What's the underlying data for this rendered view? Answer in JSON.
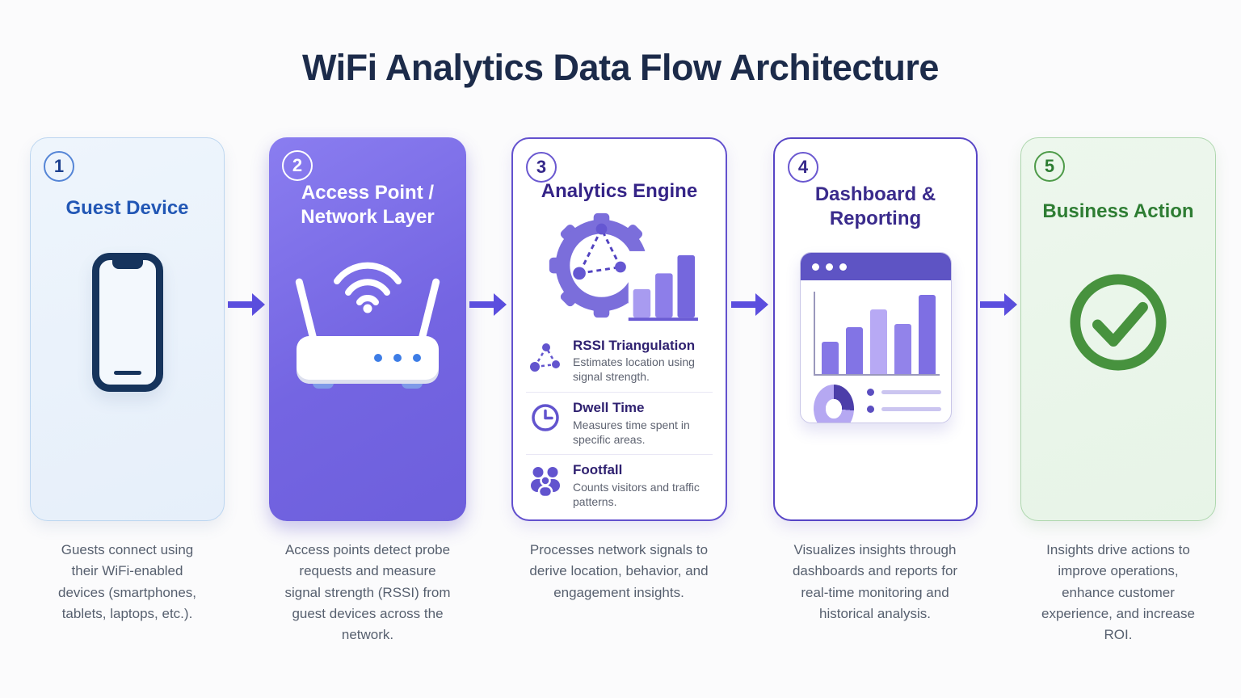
{
  "title": "WiFi Analytics Data Flow Architecture",
  "colors": {
    "accent_purple": "#6a5ae0",
    "accent_blue": "#2257b5",
    "accent_green": "#2e7d33",
    "title_navy": "#1c2b4a"
  },
  "steps": [
    {
      "number": "1",
      "title": "Guest Device",
      "icon": "smartphone-icon",
      "description": "Guests connect using their WiFi-enabled devices (smartphones, tablets, laptops, etc.)."
    },
    {
      "number": "2",
      "title": "Access Point / Network Layer",
      "icon": "wifi-router-icon",
      "description": "Access points detect probe requests and measure signal strength (RSSI) from guest devices across the network."
    },
    {
      "number": "3",
      "title": "Analytics Engine",
      "icon": "gear-analytics-icon",
      "description": "Processes network signals to derive location, behavior, and engagement insights.",
      "features": [
        {
          "icon": "triangulation-icon",
          "title": "RSSI Triangulation",
          "description": "Estimates location using signal strength."
        },
        {
          "icon": "clock-icon",
          "title": "Dwell Time",
          "description": "Measures time spent in specific areas."
        },
        {
          "icon": "people-icon",
          "title": "Footfall",
          "description": "Counts visitors and traffic patterns."
        }
      ]
    },
    {
      "number": "4",
      "title": "Dashboard & Reporting",
      "icon": "dashboard-icon",
      "description": "Visualizes insights through dashboards and reports for real-time monitoring and historical analysis."
    },
    {
      "number": "5",
      "title": "Business Action",
      "icon": "check-circle-icon",
      "description": "Insights drive actions to improve operations, enhance customer experience, and increase ROI."
    }
  ]
}
